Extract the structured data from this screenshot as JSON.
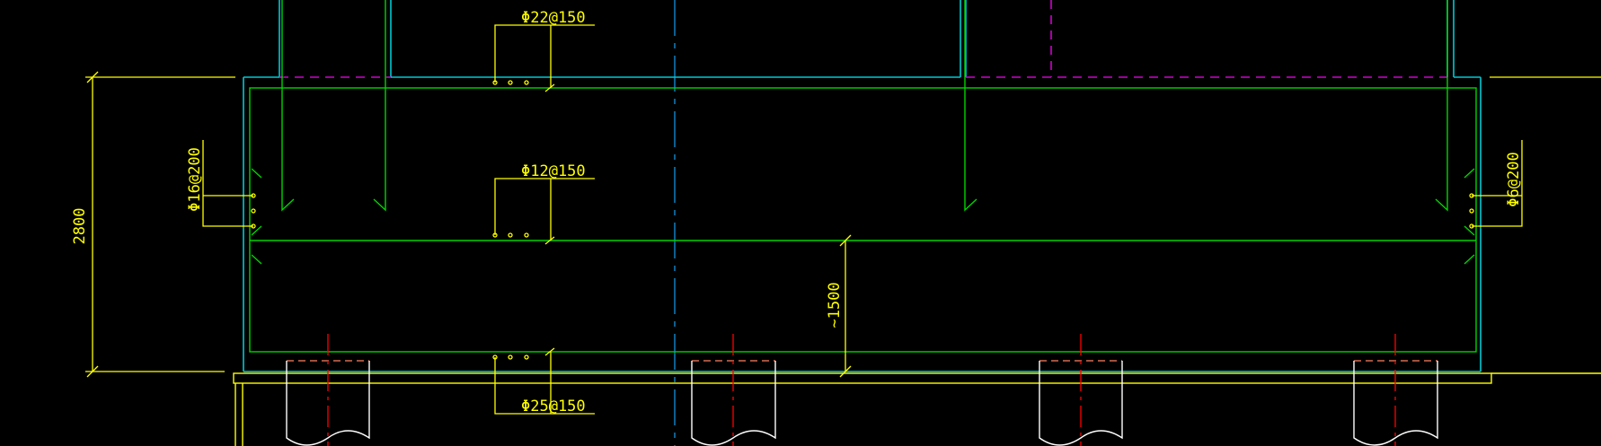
{
  "drawing": {
    "colors": {
      "background": "#000000",
      "structure_outline": "#00c8d2",
      "rebar": "#00d400",
      "dimension": "#ffff00",
      "hidden_line": "#d000d0",
      "centerline_blue": "#1080c0",
      "centerline_red": "#ff0000",
      "pile": "#ffffff",
      "pile_cap_dash": "#ff8060"
    },
    "labels": {
      "top_rebar": "Φ22@150",
      "middle_rebar": "Φ12@150",
      "bottom_rebar": "Φ25@150",
      "left_side_rebar": "Φ16@200",
      "right_side_rebar": "Φ6@200"
    },
    "dimensions": {
      "overall_height": "2800",
      "lower_height": "~1500"
    }
  }
}
